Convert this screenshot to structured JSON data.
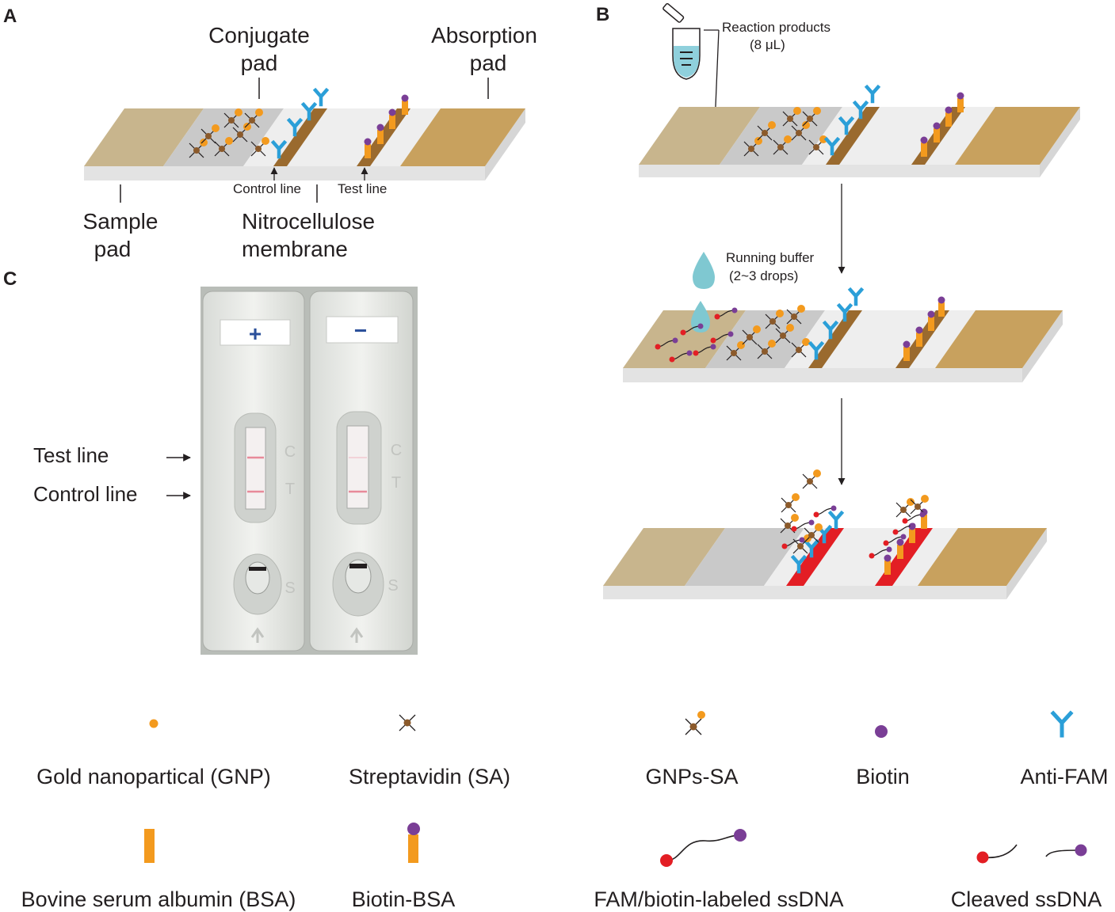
{
  "panels": {
    "a": "A",
    "b": "B",
    "c": "C"
  },
  "panel_a": {
    "conjugate_pad": [
      "Conjugate",
      "pad"
    ],
    "absorption_pad": [
      "Absorption",
      "pad"
    ],
    "sample_pad": [
      "Sample",
      "pad"
    ],
    "nitrocellulose": [
      "Nitrocellulose",
      "membrane"
    ],
    "control_line": "Control line",
    "test_line": "Test line"
  },
  "panel_b": {
    "reaction_products": [
      "Reaction products",
      "(8 μL)"
    ],
    "running_buffer": [
      "Running buffer",
      "(2~3 drops)"
    ]
  },
  "panel_c": {
    "test_line": "Test line",
    "control_line": "Control line",
    "positive_sign": "+",
    "negative_sign": "−",
    "cassette_letters": [
      "C",
      "T",
      "S"
    ]
  },
  "legend": [
    "Gold nanopartical (GNP)",
    "Streptavidin (SA)",
    "GNPs-SA",
    "Biotin",
    "Anti-FAM",
    "Bovine serum albumin (BSA)",
    "Biotin-BSA",
    "FAM/biotin-labeled ssDNA",
    "Cleaved ssDNA"
  ],
  "colors": {
    "sample_pad": "#c8b58d",
    "conjugate_pad": "#c9c9c9",
    "membrane": "#eeeeee",
    "absorption_pad": "#c8a15e",
    "line_band": "#9a6a2e",
    "positive_band": "#e31e24",
    "gnp": "#f39a1e",
    "sa": "#8b5a2b",
    "biotin": "#7a3e96",
    "anti_fam": "#2b9fd8",
    "bsa": "#f39a1e",
    "fam": "#e31e24",
    "drop": "#7fc8d1"
  }
}
